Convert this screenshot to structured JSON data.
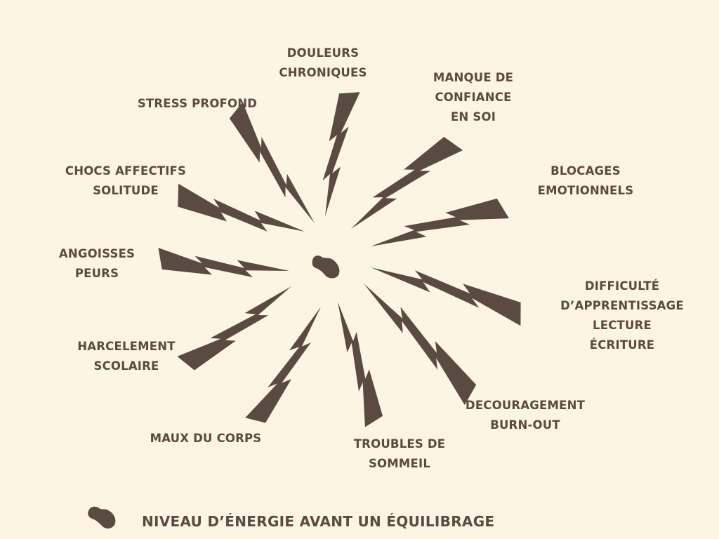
{
  "colors": {
    "background": "#FDF5E4",
    "ink": "#5A4A42"
  },
  "center_icon": "energy-blob-icon",
  "labels": [
    {
      "id": "douleurs-chroniques",
      "lines": [
        "DOULEURS",
        "CHRONIQUES"
      ]
    },
    {
      "id": "manque-de-confiance",
      "lines": [
        "MANQUE DE",
        "CONFIANCE",
        "EN SOI"
      ]
    },
    {
      "id": "blocages-emotionnels",
      "lines": [
        "BLOCAGES",
        "EMOTIONNELS"
      ]
    },
    {
      "id": "difficulte-apprentissage",
      "lines": [
        "DIFFICULTÉ",
        "D’APPRENTISSAGE",
        "LECTURE",
        "ÉCRITURE"
      ]
    },
    {
      "id": "decouragement-burn-out",
      "lines": [
        "DECOURAGEMENT",
        "BURN-OUT"
      ]
    },
    {
      "id": "troubles-de-sommeil",
      "lines": [
        "TROUBLES DE",
        "SOMMEIL"
      ]
    },
    {
      "id": "maux-du-corps",
      "lines": [
        "MAUX DU CORPS"
      ]
    },
    {
      "id": "harcelement-scolaire",
      "lines": [
        "HARCELEMENT",
        "SCOLAIRE"
      ]
    },
    {
      "id": "angoisses-peurs",
      "lines": [
        "ANGOISSES",
        "PEURS"
      ]
    },
    {
      "id": "chocs-affectifs-solitude",
      "lines": [
        "CHOCS AFFECTIFS",
        "SOLITUDE"
      ]
    },
    {
      "id": "stress-profond",
      "lines": [
        "STRESS PROFOND"
      ]
    }
  ],
  "legend": {
    "icon": "energy-blob-icon",
    "text": "NIVEAU D’ÉNERGIE AVANT UN ÉQUILIBRAGE"
  }
}
